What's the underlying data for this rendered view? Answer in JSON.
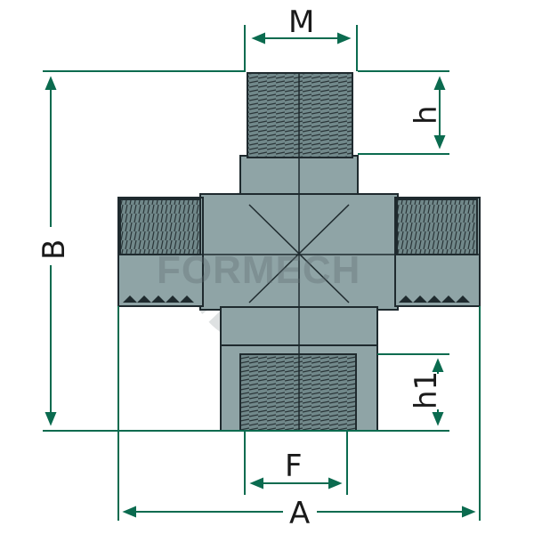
{
  "diagram": {
    "part": "cross fitting",
    "watermark_text": "FORMECH",
    "dimensions": {
      "M": "M",
      "h": "h",
      "B": "B",
      "h1": "h1",
      "F": "F",
      "A": "A"
    },
    "colors": {
      "body_fill": "#8fa4a6",
      "body_stroke": "#1f2a2e",
      "thread_fill": "#71888a",
      "dimension_line": "#0b6b4f",
      "text": "#1a1a1a",
      "watermark": "#5f6d72"
    }
  }
}
